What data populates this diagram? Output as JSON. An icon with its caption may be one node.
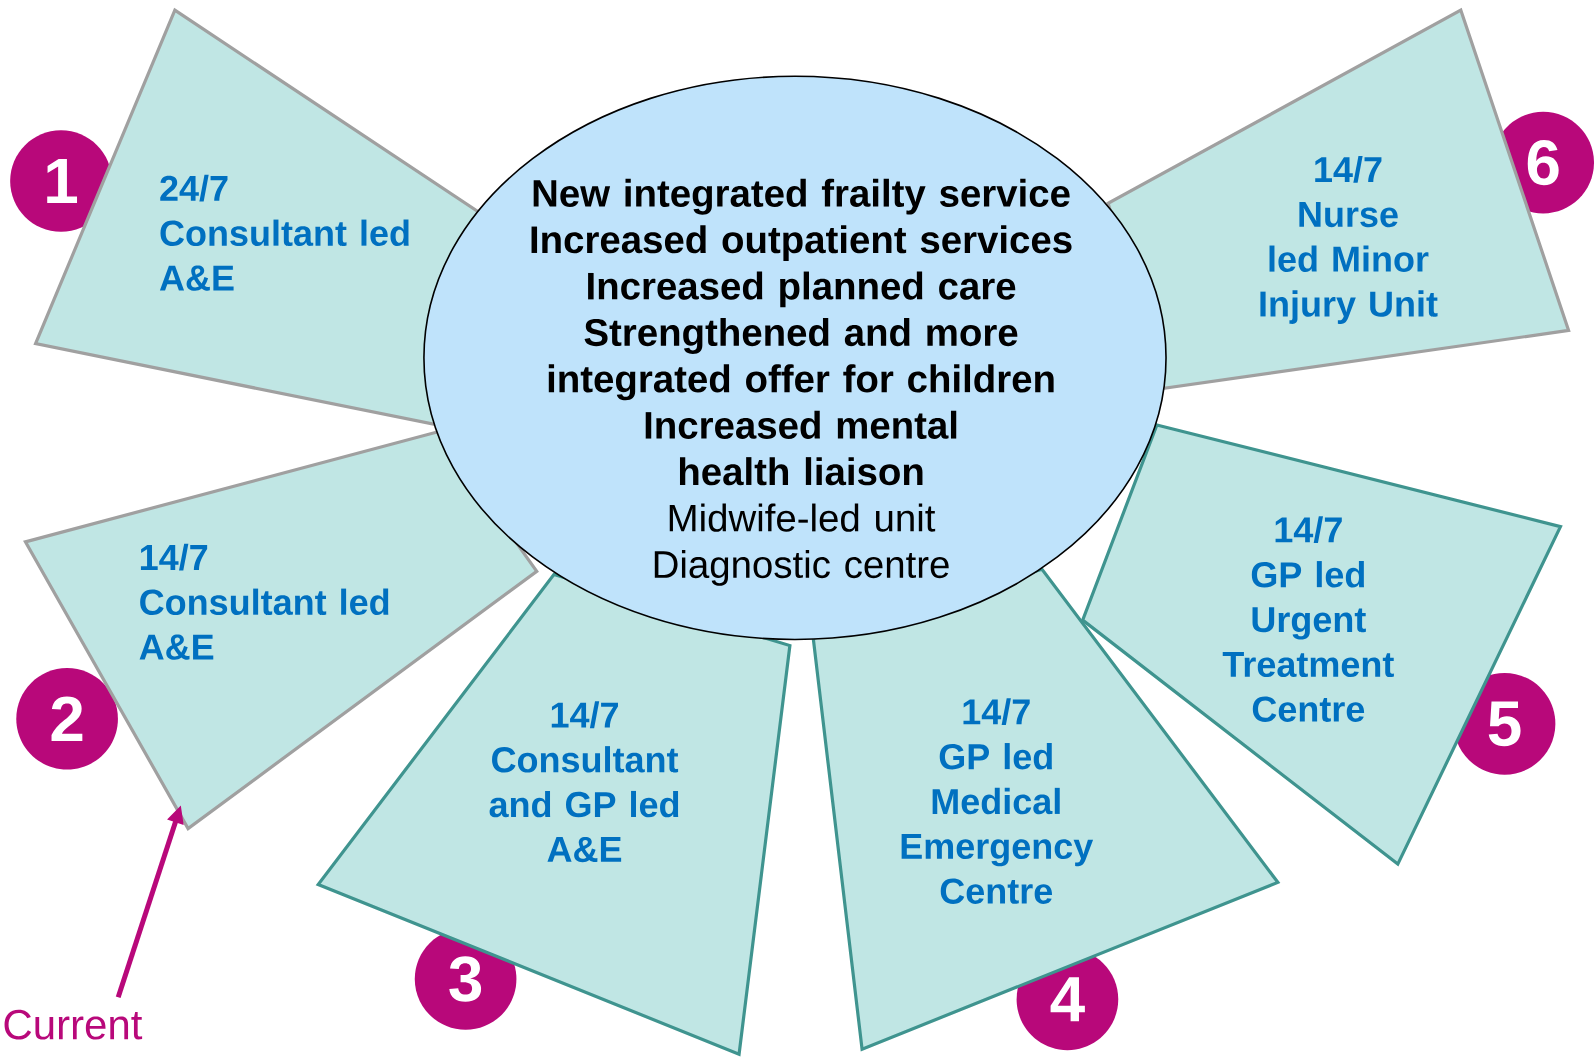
{
  "diagram": {
    "nodes": [
      {
        "text": [
          "24/7",
          "Consultant led A&E"
        ]
      },
      {
        "text": [
          "14/7",
          "Consultant led A&E"
        ]
      },
      {
        "text": [
          "14/7",
          "Consultant and GP led",
          "A&E"
        ]
      },
      {
        "text": [
          "14/7",
          "GP led Medical Emergency Centre"
        ]
      },
      {
        "text": [
          "14/7",
          "GP led Urgent Treatment Centre"
        ]
      },
      {
        "text": [
          "14/7",
          "Nurse led Minor Injury Unit"
        ]
      },
      {
        "text": [
          "1"
        ]
      },
      {
        "text": [
          "2"
        ]
      },
      {
        "text": [
          "3"
        ]
      },
      {
        "text": [
          "4"
        ]
      },
      {
        "text": [
          "5"
        ]
      },
      {
        "text": [
          "6"
        ]
      },
      {
        "text": [
          "New integrated frailty service",
          "Increased outpatient services",
          "Increased planned care",
          "Strengthened and more integrated offer for children",
          "Increased mental health liaison",
          "Midwife-led unit",
          "Diagnostic centre"
        ]
      },
      {
        "text": [
          "Current"
        ]
      }
    ],
    "edges": [
      {
        "from": 13,
        "to": 1,
        "arrow": "to"
      }
    ]
  }
}
